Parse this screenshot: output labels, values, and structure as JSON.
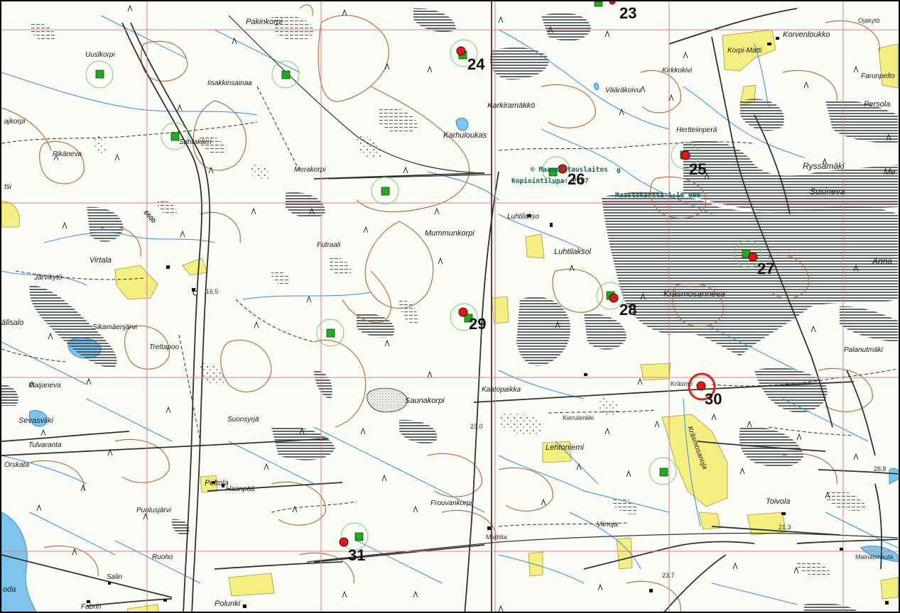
{
  "map": {
    "copyright_line": "© Maanmittauslaitos",
    "permit_line": "Kopiointilupa: P/07",
    "scale_line": "Maastokartta 1:16 000",
    "copyright_extra": "0"
  },
  "places": {
    "pakinkorpi": "Pakinkorpi",
    "uuslkorpi": "Uuslkorpi",
    "iisakkisaina": "Iisakkinsainaa",
    "sahtakarri": "Sahtakärri",
    "pikaneva": "Pikäneva",
    "merakorpi": "Merakorpi",
    "karhuloukas": "Karhuloukas",
    "karkiramakko": "Karkiramäkkö",
    "kirkkokivi": "Kirkkokivi",
    "vaarakoivu": "Vääräkoivu",
    "korvenloukko": "Korvenloukko",
    "korpimatti": "Korpi-Matti",
    "ojakyto": "Ojakytö",
    "farunpelto": "Farunpelto",
    "persola": "Persola",
    "hertteiinpera": "Hertteiinperä",
    "ryssamaki": "Ryssämäki",
    "me": "Me",
    "susineva": "Susineva",
    "luhtilakso": "Luhtilakso",
    "luhtilaksol": "Luhtilaksol",
    "mummunkorpi": "Mummunkorpi",
    "futraali": "Futraali",
    "virtala": "Virtala",
    "jarvikyto": "Järvikytö",
    "alisalo": "älisalo",
    "sikamaenjarvi": "Sikamäenjärvi",
    "trettapoo": "Trettapoo",
    "krasmosanneva": "Kräsmosanneva",
    "anna": "Anna",
    "palanutmaki": "Palanutmäki",
    "maijaneva": "Maijaneva",
    "sevasviiki": "Sevasviiki",
    "saunakorpi": "Saunakorpi",
    "kaatopaikka": "Kaatopaikka",
    "krasmo": "Kräsmo",
    "kierulenkki": "Kierulenkki",
    "krasmosanoja": "Kräsmosanoja",
    "lehtoniemi": "Lehtoniemi",
    "suonsyrja": "Suonsyrjä",
    "tulvaranta": "Tulvaranta",
    "orskata": "Orskata",
    "peltola": "Peltola",
    "haanpaa": "Haanpää",
    "puolusjarvi": "Puolusjärvi",
    "frouvankorpi": "Frouvankorpi",
    "marttila": "Marttila",
    "viinoja": "Viinoja",
    "toivola": "Toivola",
    "mainaishauta": "Mainaishauta",
    "ruoho": "Ruoho",
    "salin": "Salin",
    "fabrin": "Fabrin",
    "polunki": "Polunki",
    "oda": "oda",
    "tsi": "tsi",
    "rajkorpi": "ajkorpi"
  },
  "spot_heights": {
    "h165": "16.5",
    "h230": "23.0",
    "h288": "28.8",
    "h213": "21.3",
    "h237": "23.7",
    "h6600": "6600"
  },
  "site_numbers": [
    "23",
    "24",
    "25",
    "26",
    "27",
    "28",
    "29",
    "30",
    "31"
  ],
  "colors": {
    "grid": "#e07a8c",
    "water": "#2f8fd8",
    "lake": "#7fc4ea",
    "contour": "#b8713a",
    "field": "#f5ee80",
    "marsh": "#39424a",
    "road": "#303030",
    "green_marker": "#22aa22",
    "red_marker": "#e01818",
    "highlight_ring": "#e02020",
    "buffer_ring": "#6fd06f"
  }
}
